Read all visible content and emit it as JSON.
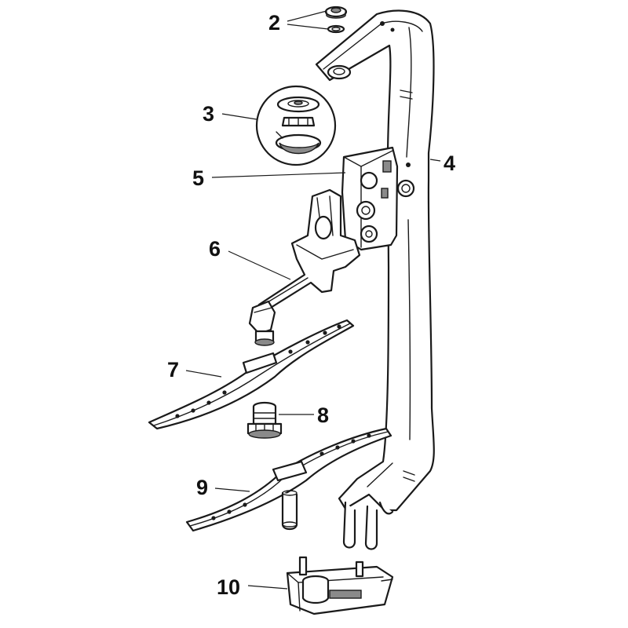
{
  "callouts": {
    "c2": "2",
    "c3": "3",
    "c4": "4",
    "c5": "5",
    "c6": "6",
    "c7": "7",
    "c8": "8",
    "c9": "9",
    "c10": "10"
  }
}
